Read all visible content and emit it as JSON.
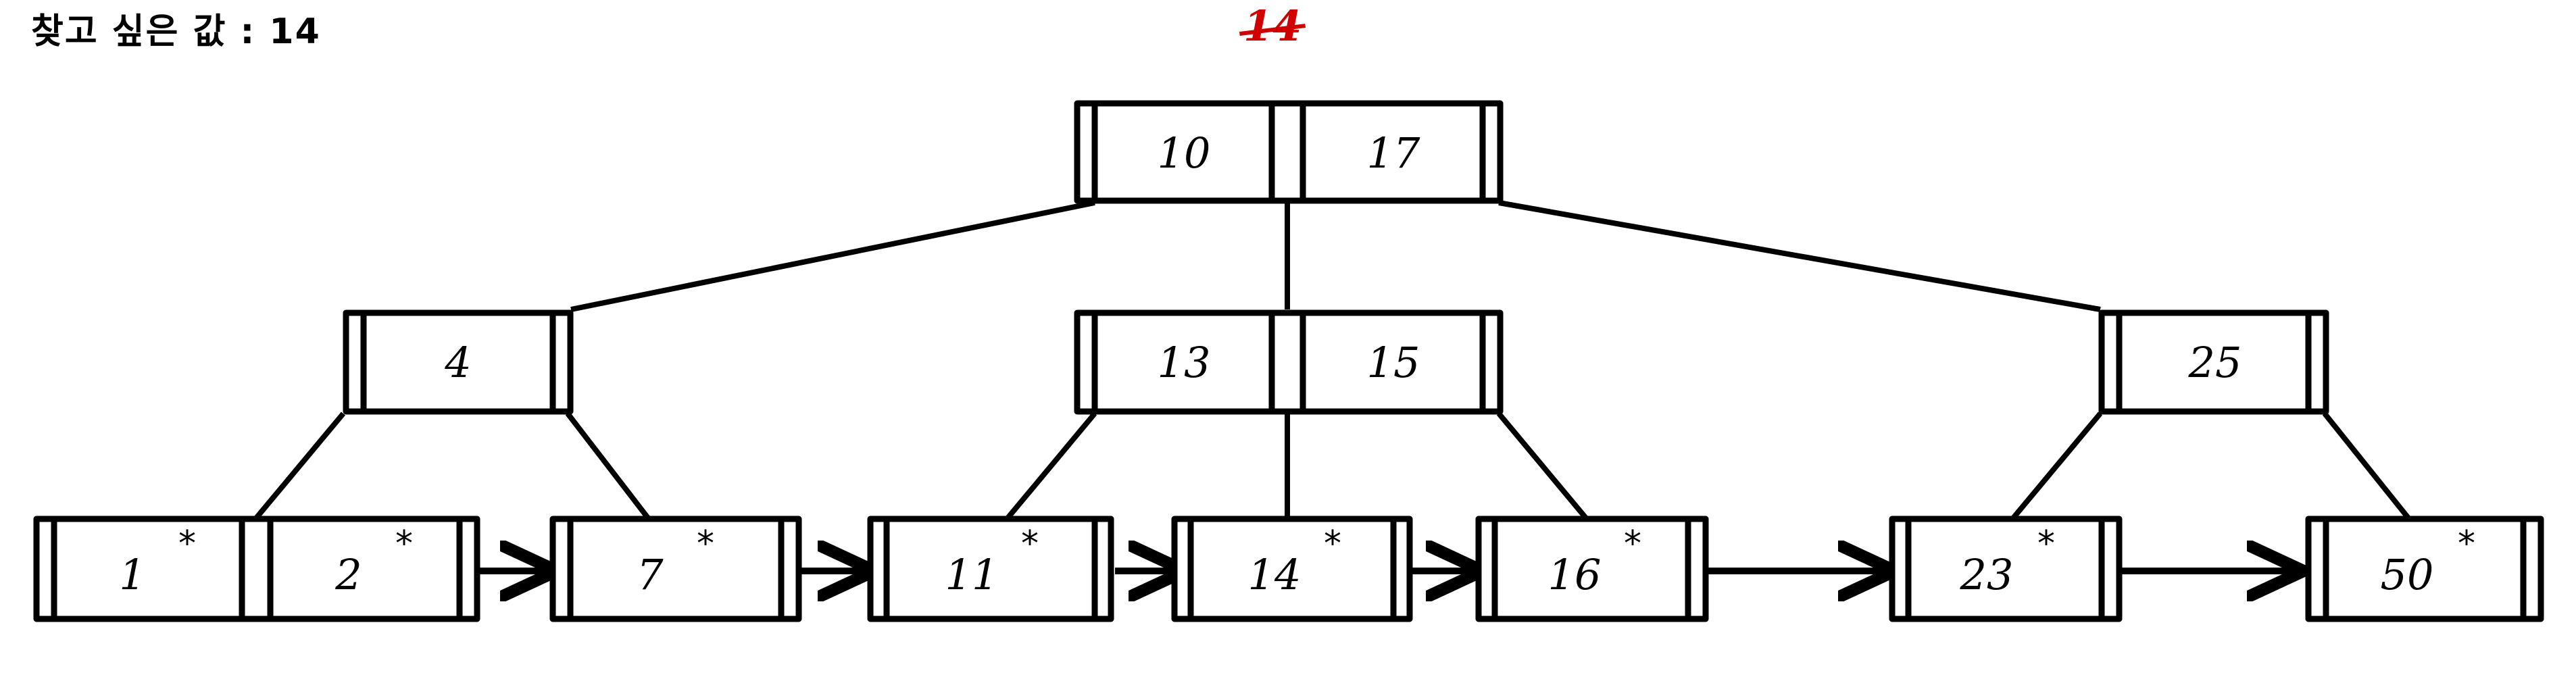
{
  "caption": {
    "label": "찾고 싶은 값 : 14"
  },
  "annotation": {
    "search_key": "14",
    "color": "#d00000",
    "style": "struck-through"
  },
  "diagram": {
    "type": "b-plus-tree-search",
    "ink_color": "#000000",
    "background": "#ffffff",
    "levels": 3
  },
  "root": {
    "name": "root-node",
    "keys": [
      "10",
      "17"
    ],
    "pointer_cells": 3
  },
  "internal": [
    {
      "name": "internal-node-left",
      "keys": [
        "4"
      ]
    },
    {
      "name": "internal-node-middle",
      "keys": [
        "13",
        "15"
      ]
    },
    {
      "name": "internal-node-right",
      "keys": [
        "25"
      ]
    }
  ],
  "leaves": [
    {
      "name": "leaf-node-1",
      "entries": [
        {
          "key": "1",
          "star": "*"
        },
        {
          "key": "2",
          "star": "*"
        }
      ]
    },
    {
      "name": "leaf-node-2",
      "entries": [
        {
          "key": "7",
          "star": "*"
        }
      ]
    },
    {
      "name": "leaf-node-3",
      "entries": [
        {
          "key": "11",
          "star": "*"
        }
      ]
    },
    {
      "name": "leaf-node-4",
      "entries": [
        {
          "key": "14",
          "star": "*"
        }
      ]
    },
    {
      "name": "leaf-node-5",
      "entries": [
        {
          "key": "16",
          "star": "*"
        }
      ]
    },
    {
      "name": "leaf-node-6",
      "entries": [
        {
          "key": "23",
          "star": "*"
        }
      ]
    },
    {
      "name": "leaf-node-7",
      "entries": [
        {
          "key": "50",
          "star": "*"
        }
      ]
    }
  ],
  "leaf_chain": {
    "arrow_count": 6,
    "direction": "left-to-right"
  },
  "search_path": {
    "sequence": [
      "root",
      "internal-node-middle",
      "leaf-node-4"
    ],
    "result_key": "14"
  }
}
